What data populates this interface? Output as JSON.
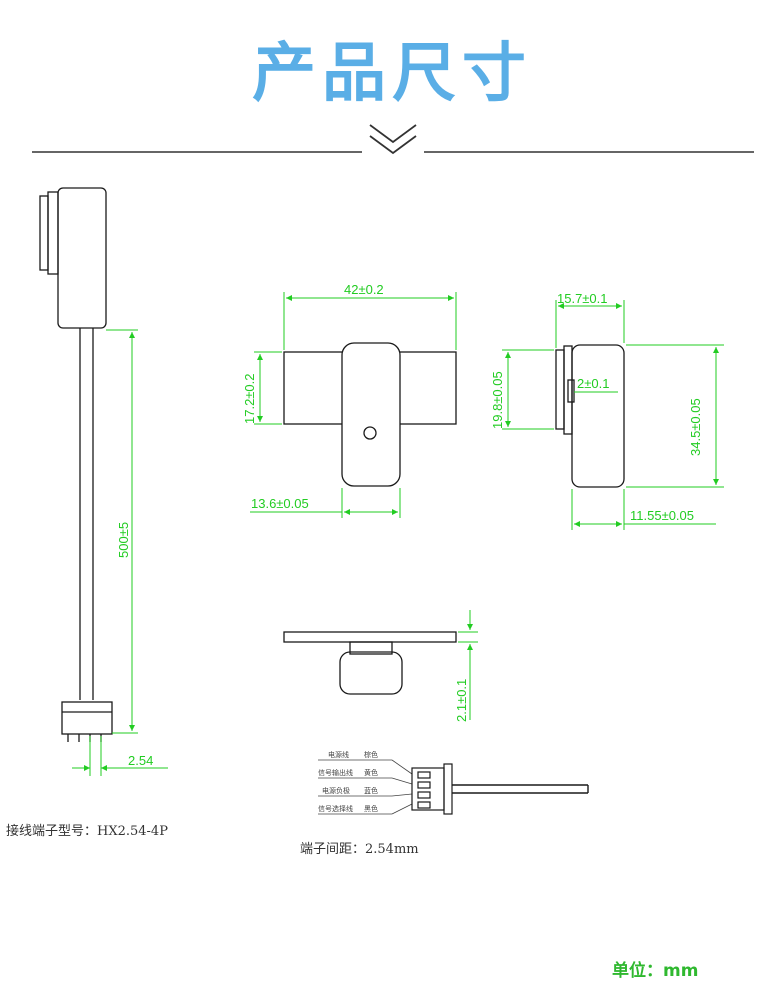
{
  "header": {
    "title": "产品尺寸"
  },
  "colors": {
    "title": "#5aaee6",
    "dimension": "#22cc22",
    "outline": "#1a1a1a",
    "unit": "#2fb82f"
  },
  "icons": {
    "divider": "double-chevron-down-icon"
  },
  "side_view": {
    "length": "500±5",
    "pitch": "2.54"
  },
  "front_view": {
    "width": "42±0.2",
    "height": "17.2±0.2",
    "center_width": "13.6±0.05"
  },
  "right_view": {
    "top_width": "15.7±0.1",
    "left_height": "19.8±0.05",
    "mid": "2±0.1",
    "right_height": "34.5±0.05",
    "bottom_width": "11.55±0.05"
  },
  "bottom_view": {
    "thickness": "2.1±0.1"
  },
  "wiring": {
    "rows": [
      {
        "name": "电源线",
        "color": "棕色"
      },
      {
        "name": "信号输出线",
        "color": "黄色"
      },
      {
        "name": "电源负极",
        "color": "蓝色"
      },
      {
        "name": "信号选择线",
        "color": "黑色"
      }
    ]
  },
  "notes": {
    "connector_model": "接线端子型号：HX2.54-4P",
    "terminal_pitch": "端子间距：2.54mm"
  },
  "footer": {
    "unit": "单位：mm"
  }
}
